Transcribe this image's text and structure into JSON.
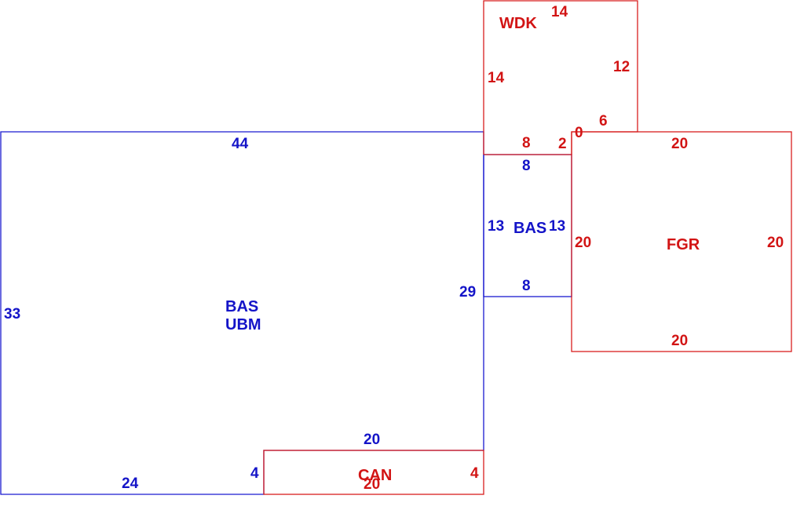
{
  "colors": {
    "living_area": "#1414c8",
    "other_area": "#d21414",
    "background": "#ffffff"
  },
  "areas": {
    "main": {
      "code": "BAS",
      "subcode": "UBM"
    },
    "connector": {
      "code": "BAS"
    },
    "deck": {
      "code": "WDK"
    },
    "garage": {
      "code": "FGR"
    },
    "canopy": {
      "code": "CAN"
    }
  },
  "dimensions": {
    "main_top": "44",
    "main_left": "33",
    "main_right": "29",
    "main_bottom": "24",
    "main_notch_top": "20",
    "main_notch_side": "4",
    "connector_top": "8",
    "connector_bottom": "8",
    "connector_left": "13",
    "connector_right": "13",
    "deck_top": "14",
    "deck_left": "14",
    "deck_right": "12",
    "deck_bottom_a": "8",
    "deck_bottom_b": "2",
    "deck_step_a": "0",
    "deck_step_b": "6",
    "garage_top": "20",
    "garage_left": "20",
    "garage_right": "20",
    "garage_bottom": "20",
    "canopy_right": "4",
    "canopy_bottom": "20"
  }
}
